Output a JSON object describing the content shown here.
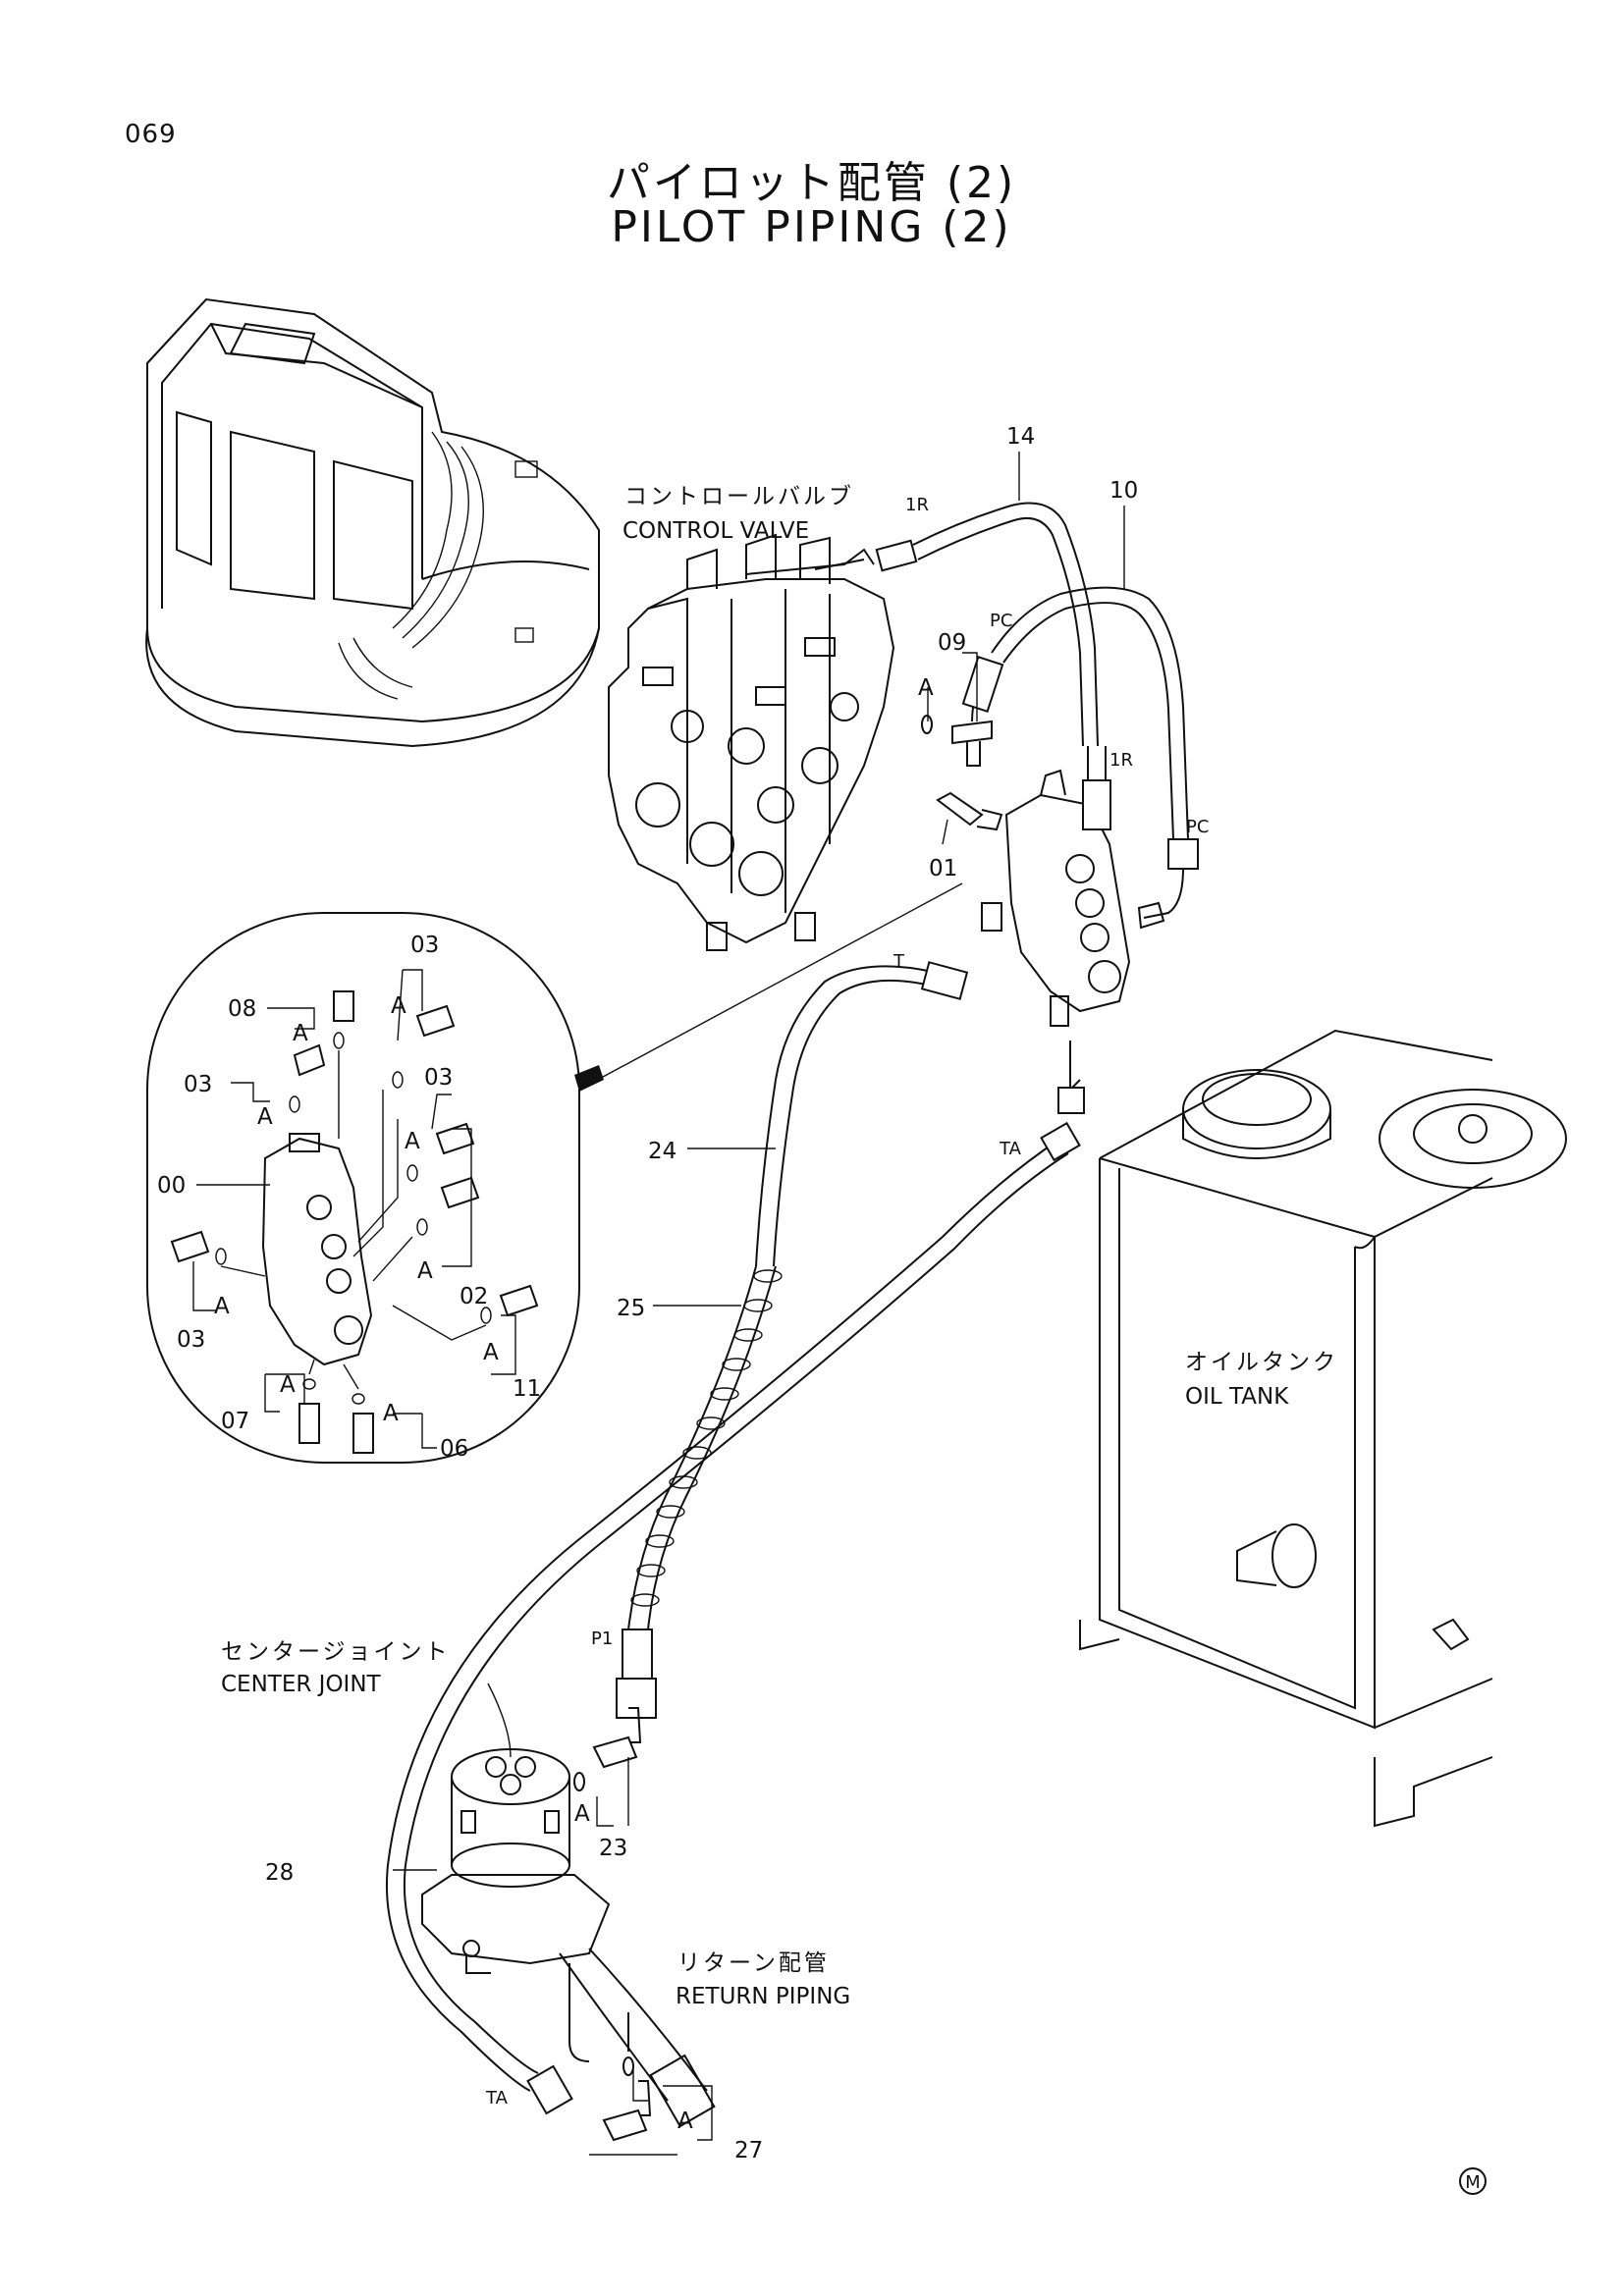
{
  "page_number": "069",
  "title_ja": "パイロット配管 (2)",
  "title_en": "PILOT PIPING (2)",
  "labels": {
    "control_valve_ja": "コントロールバルブ",
    "control_valve_en": "CONTROL VALVE",
    "oil_tank_ja": "オイルタンク",
    "oil_tank_en": "OIL TANK",
    "center_joint_ja": "センタージョイント",
    "center_joint_en": "CENTER JOINT",
    "return_piping_ja": "リターン配管",
    "return_piping_en": "RETURN PIPING"
  },
  "parts": {
    "p14": "14",
    "p10": "10",
    "p09": "09",
    "p01": "01",
    "p24": "24",
    "p25": "25",
    "p28": "28",
    "p23": "23",
    "p27": "27"
  },
  "ports": {
    "r1_top": "1R",
    "pc_top": "PC",
    "r1_side": "1R",
    "pc_side": "PC",
    "t": "T",
    "ta_tank": "TA",
    "p1": "P1",
    "ta_bottom": "TA"
  },
  "detail_parts": {
    "d03a": "03",
    "d08": "08",
    "d03b": "03",
    "d03c": "03",
    "d00": "00",
    "d03d": "03",
    "d02": "02",
    "d11": "11",
    "d07": "07",
    "d06": "06"
  },
  "marker_a": "A",
  "copyright_mark": "M",
  "icons": [
    "excavator-illustration",
    "control-valve-illustration",
    "oil-tank-illustration",
    "center-joint-illustration",
    "pilot-valve-illustration"
  ]
}
